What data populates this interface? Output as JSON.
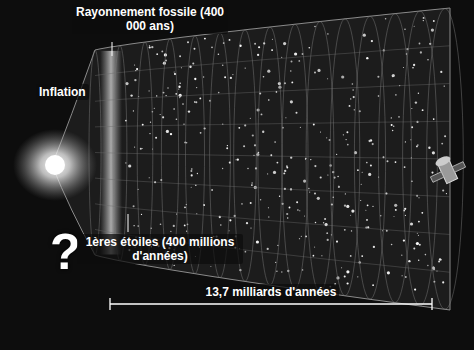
{
  "diagram": {
    "labels": [
      "Rayonnement fossile (400 000 ans)",
      "Inflation",
      "?",
      "1ères étoiles (400 millions d'années)",
      "13,7 milliards d'années"
    ]
  }
}
